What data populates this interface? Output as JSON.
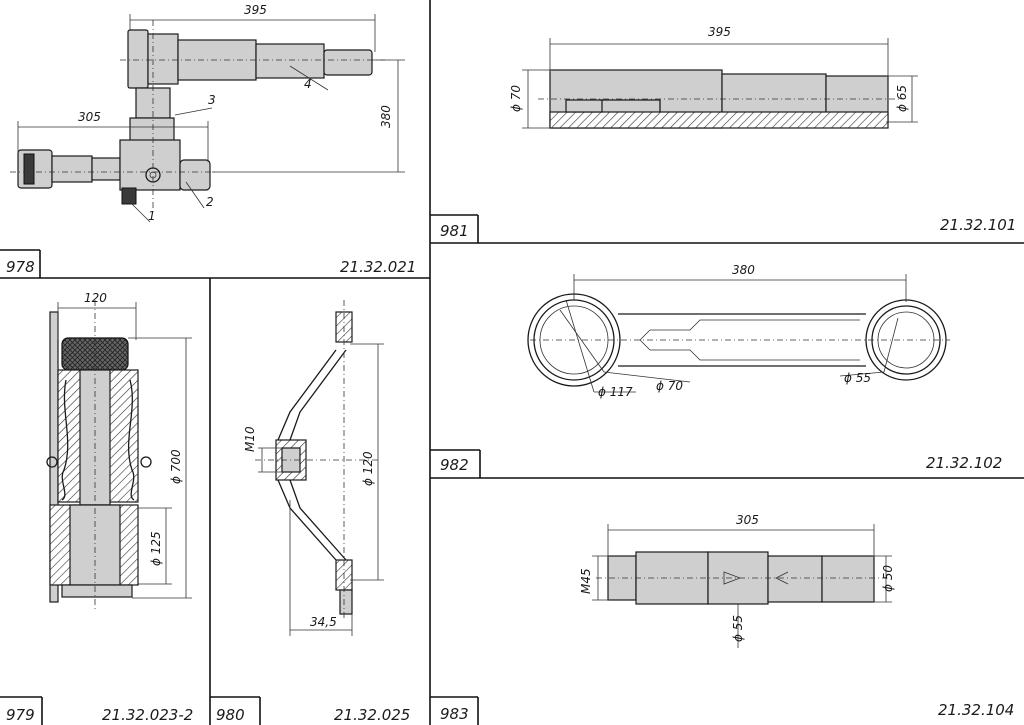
{
  "panels": [
    {
      "number": "978",
      "code": "21.32.021",
      "dims": {
        "d1": "395",
        "d2": "305",
        "d3": "380"
      },
      "callouts": [
        "1",
        "2",
        "3",
        "4"
      ]
    },
    {
      "number": "979",
      "code": "21.32.023-2",
      "dims": {
        "d1": "120",
        "d2": "ϕ 700",
        "d3": "ϕ 125"
      }
    },
    {
      "number": "980",
      "code": "21.32.025",
      "dims": {
        "d1": "M10",
        "d2": "ϕ 120",
        "d3": "34,5"
      }
    },
    {
      "number": "981",
      "code": "21.32.101",
      "dims": {
        "d1": "395",
        "d2": "ϕ 70",
        "d3": "ϕ 65"
      }
    },
    {
      "number": "982",
      "code": "21.32.102",
      "dims": {
        "d1": "380",
        "d2": "ϕ 117",
        "d3": "ϕ 70",
        "d4": "ϕ 55"
      }
    },
    {
      "number": "983",
      "code": "21.32.104",
      "dims": {
        "d1": "305",
        "d2": "M45",
        "d3": "ϕ 55",
        "d4": "ϕ 50"
      }
    }
  ]
}
